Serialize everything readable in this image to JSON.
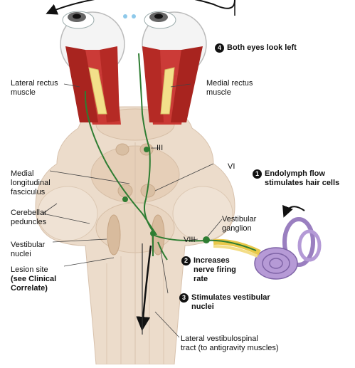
{
  "labels": {
    "lateral_rectus": [
      "Lateral rectus",
      "muscle"
    ],
    "medial_rectus": [
      "Medial rectus",
      "muscle"
    ],
    "cn_iii": "III",
    "cn_vi": "VI",
    "cn_viii": "VIII",
    "medial_longitudinal_fasciculus": [
      "Medial",
      "longitudinal",
      "fasciculus"
    ],
    "cerebellar_peduncles": [
      "Cerebellar",
      "peduncles"
    ],
    "vestibular_nuclei": [
      "Vestibular",
      "nuclei"
    ],
    "lesion_site": "Lesion site",
    "lesion_note": [
      "(see Clinical",
      "Correlate)"
    ],
    "vestibular_ganglion": [
      "Vestibular",
      "ganglion"
    ],
    "lateral_vestibulospinal_tract": [
      "Lateral vestibulospinal",
      "tract (to antigravity muscles)"
    ]
  },
  "steps": [
    {
      "number": "1",
      "lines": [
        "Endolymph flow",
        "stimulates hair cells"
      ]
    },
    {
      "number": "2",
      "lines": [
        "Increases",
        "nerve firing",
        "rate"
      ]
    },
    {
      "number": "3",
      "lines": [
        "Stimulates vestibular",
        "nuclei"
      ]
    },
    {
      "number": "4",
      "lines": [
        "Both eyes look left"
      ]
    }
  ],
  "colors": {
    "muscle_red": "#c8302c",
    "tendon_yellow": "#f3e08a",
    "nerve_green": "#2e7d32",
    "brainstem_tan": "#ead8c6",
    "ear_purple": "#9a7fc0",
    "nerve_yellow": "#e9c84a"
  }
}
